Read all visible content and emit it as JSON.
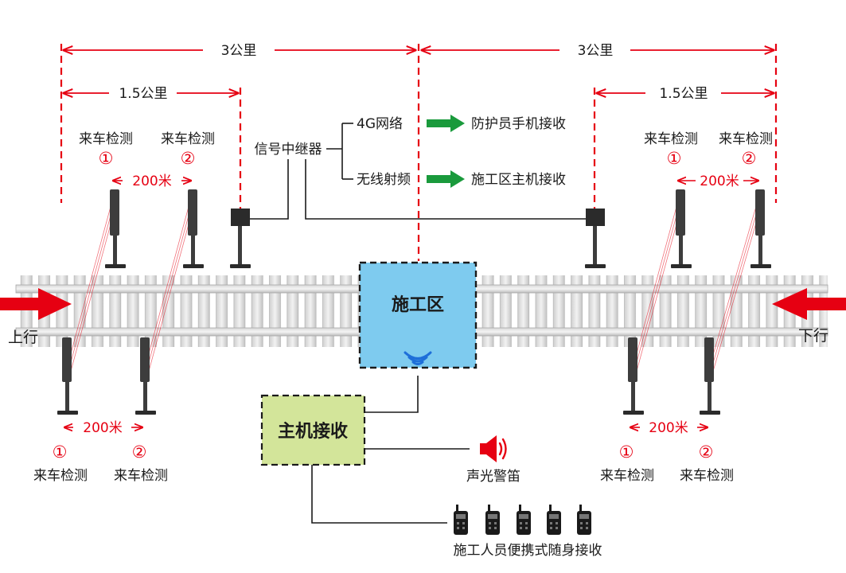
{
  "distances": {
    "left_3km": "3公里",
    "right_3km": "3公里",
    "left_1_5km": "1.5公里",
    "right_1_5km": "1.5公里"
  },
  "detector_label": "来车检测",
  "marker_1": "①",
  "marker_2": "②",
  "spacing_200m": "200米",
  "repeater": {
    "label": "信号中继器",
    "branch_4g": "4G网络",
    "branch_rf": "无线射频"
  },
  "receivers": {
    "guard_phone": "防护员手机接收",
    "site_host": "施工区主机接收"
  },
  "work_zone": {
    "label": "施工区",
    "fill": "#7ecbef"
  },
  "host_unit": {
    "label": "主机接收",
    "fill": "#d3e59a"
  },
  "siren": "声光警笛",
  "personal_receivers": "施工人员便携式随身接收",
  "direction": {
    "up": "上行",
    "down": "下行"
  },
  "colors": {
    "accent_red": "#e60012",
    "arrow_green": "#1a9a3c",
    "wifi_blue": "#1e6fd9"
  },
  "icons": [
    "red-arrow-icon",
    "green-arrow-icon",
    "wifi-signal-icon",
    "speaker-icon",
    "walkie-talkie-icon"
  ]
}
